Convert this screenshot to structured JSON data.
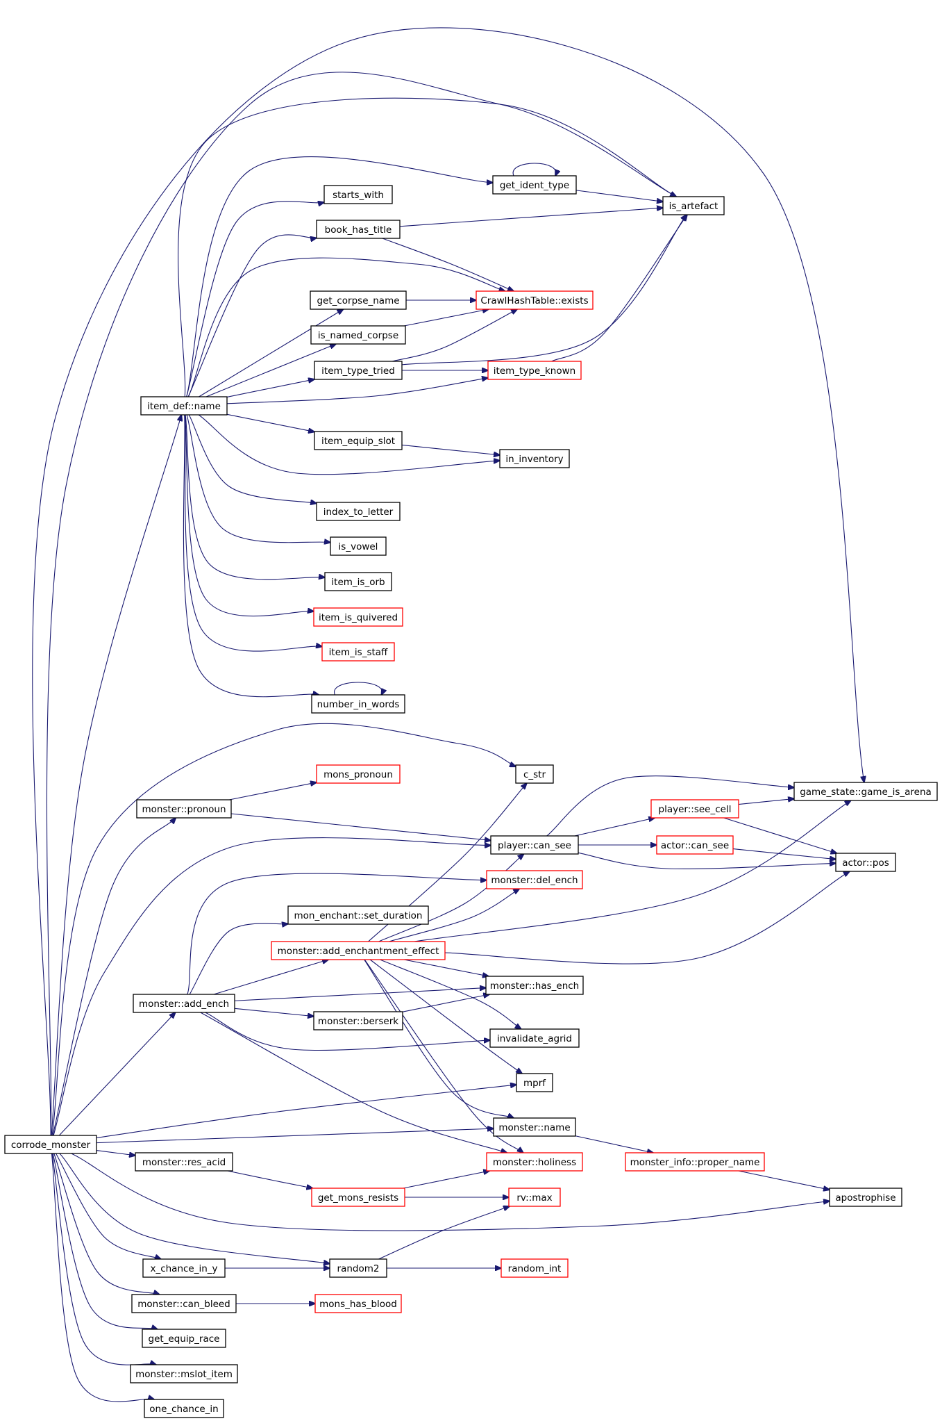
{
  "colors": {
    "edge": "#191970",
    "node_border_linked": "#000000",
    "node_border_truncated": "#ff0000",
    "node_fill": "#ffffff",
    "root_fill": "#bfbfbf"
  },
  "nodes": [
    {
      "id": "corrode_monster",
      "label": "corrode_monster",
      "truncated": false,
      "root": true
    },
    {
      "id": "item_def_name",
      "label": "item_def::name",
      "truncated": false
    },
    {
      "id": "starts_with",
      "label": "starts_with",
      "truncated": false
    },
    {
      "id": "book_has_title",
      "label": "book_has_title",
      "truncated": false
    },
    {
      "id": "get_corpse_name",
      "label": "get_corpse_name",
      "truncated": false
    },
    {
      "id": "is_named_corpse",
      "label": "is_named_corpse",
      "truncated": false
    },
    {
      "id": "item_type_tried",
      "label": "item_type_tried",
      "truncated": false
    },
    {
      "id": "item_equip_slot",
      "label": "item_equip_slot",
      "truncated": false
    },
    {
      "id": "index_to_letter",
      "label": "index_to_letter",
      "truncated": false
    },
    {
      "id": "is_vowel",
      "label": "is_vowel",
      "truncated": false
    },
    {
      "id": "item_is_orb",
      "label": "item_is_orb",
      "truncated": false
    },
    {
      "id": "item_is_quivered",
      "label": "item_is_quivered",
      "truncated": true
    },
    {
      "id": "item_is_staff",
      "label": "item_is_staff",
      "truncated": true
    },
    {
      "id": "number_in_words",
      "label": "number_in_words",
      "truncated": false
    },
    {
      "id": "get_ident_type",
      "label": "get_ident_type",
      "truncated": false
    },
    {
      "id": "is_artefact",
      "label": "is_artefact",
      "truncated": false
    },
    {
      "id": "crawlhashtable_exists",
      "label": "CrawlHashTable::exists",
      "truncated": true
    },
    {
      "id": "item_type_known",
      "label": "item_type_known",
      "truncated": true
    },
    {
      "id": "in_inventory",
      "label": "in_inventory",
      "truncated": false
    },
    {
      "id": "monster_pronoun",
      "label": "monster::pronoun",
      "truncated": false
    },
    {
      "id": "mons_pronoun",
      "label": "mons_pronoun",
      "truncated": true
    },
    {
      "id": "c_str",
      "label": "c_str",
      "truncated": false
    },
    {
      "id": "player_can_see",
      "label": "player::can_see",
      "truncated": false
    },
    {
      "id": "player_see_cell",
      "label": "player::see_cell",
      "truncated": true
    },
    {
      "id": "actor_can_see",
      "label": "actor::can_see",
      "truncated": true
    },
    {
      "id": "game_is_arena",
      "label": "game_state::game_is_arena",
      "truncated": false
    },
    {
      "id": "actor_pos",
      "label": "actor::pos",
      "truncated": false
    },
    {
      "id": "monster_del_ench",
      "label": "monster::del_ench",
      "truncated": true
    },
    {
      "id": "mon_enchant_set_duration",
      "label": "mon_enchant::set_duration",
      "truncated": false
    },
    {
      "id": "monster_add_enchantment_effect",
      "label": "monster::add_enchantment_effect",
      "truncated": true
    },
    {
      "id": "monster_add_ench",
      "label": "monster::add_ench",
      "truncated": false
    },
    {
      "id": "monster_has_ench",
      "label": "monster::has_ench",
      "truncated": false
    },
    {
      "id": "monster_berserk",
      "label": "monster::berserk",
      "truncated": false
    },
    {
      "id": "invalidate_agrid",
      "label": "invalidate_agrid",
      "truncated": false
    },
    {
      "id": "mprf",
      "label": "mprf",
      "truncated": false
    },
    {
      "id": "monster_name",
      "label": "monster::name",
      "truncated": false
    },
    {
      "id": "monster_holiness",
      "label": "monster::holiness",
      "truncated": true
    },
    {
      "id": "monster_info_proper_name",
      "label": "monster_info::proper_name",
      "truncated": true
    },
    {
      "id": "monster_res_acid",
      "label": "monster::res_acid",
      "truncated": false
    },
    {
      "id": "get_mons_resists",
      "label": "get_mons_resists",
      "truncated": true
    },
    {
      "id": "rv_max",
      "label": "rv::max",
      "truncated": true
    },
    {
      "id": "apostrophise",
      "label": "apostrophise",
      "truncated": false
    },
    {
      "id": "x_chance_in_y",
      "label": "x_chance_in_y",
      "truncated": false
    },
    {
      "id": "random2",
      "label": "random2",
      "truncated": false
    },
    {
      "id": "random_int",
      "label": "random_int",
      "truncated": true
    },
    {
      "id": "monster_can_bleed",
      "label": "monster::can_bleed",
      "truncated": false
    },
    {
      "id": "mons_has_blood",
      "label": "mons_has_blood",
      "truncated": true
    },
    {
      "id": "get_equip_race",
      "label": "get_equip_race",
      "truncated": false
    },
    {
      "id": "monster_mslot_item",
      "label": "monster::mslot_item",
      "truncated": false
    },
    {
      "id": "one_chance_in",
      "label": "one_chance_in",
      "truncated": false
    }
  ],
  "edges": [
    [
      "corrode_monster",
      "item_def_name"
    ],
    [
      "corrode_monster",
      "is_artefact"
    ],
    [
      "corrode_monster",
      "game_is_arena"
    ],
    [
      "corrode_monster",
      "monster_pronoun"
    ],
    [
      "corrode_monster",
      "c_str"
    ],
    [
      "corrode_monster",
      "player_can_see"
    ],
    [
      "corrode_monster",
      "monster_add_ench"
    ],
    [
      "corrode_monster",
      "mprf"
    ],
    [
      "corrode_monster",
      "monster_name"
    ],
    [
      "corrode_monster",
      "monster_res_acid"
    ],
    [
      "corrode_monster",
      "apostrophise"
    ],
    [
      "corrode_monster",
      "x_chance_in_y"
    ],
    [
      "corrode_monster",
      "random2"
    ],
    [
      "corrode_monster",
      "monster_can_bleed"
    ],
    [
      "corrode_monster",
      "get_equip_race"
    ],
    [
      "corrode_monster",
      "monster_mslot_item"
    ],
    [
      "corrode_monster",
      "one_chance_in"
    ],
    [
      "item_def_name",
      "starts_with"
    ],
    [
      "item_def_name",
      "book_has_title"
    ],
    [
      "item_def_name",
      "get_corpse_name"
    ],
    [
      "item_def_name",
      "is_named_corpse"
    ],
    [
      "item_def_name",
      "item_type_tried"
    ],
    [
      "item_def_name",
      "item_equip_slot"
    ],
    [
      "item_def_name",
      "index_to_letter"
    ],
    [
      "item_def_name",
      "is_vowel"
    ],
    [
      "item_def_name",
      "item_is_orb"
    ],
    [
      "item_def_name",
      "item_is_quivered"
    ],
    [
      "item_def_name",
      "item_is_staff"
    ],
    [
      "item_def_name",
      "number_in_words"
    ],
    [
      "item_def_name",
      "get_ident_type"
    ],
    [
      "item_def_name",
      "is_artefact"
    ],
    [
      "item_def_name",
      "crawlhashtable_exists"
    ],
    [
      "item_def_name",
      "item_type_known"
    ],
    [
      "item_def_name",
      "in_inventory"
    ],
    [
      "get_ident_type",
      "get_ident_type"
    ],
    [
      "get_ident_type",
      "is_artefact"
    ],
    [
      "book_has_title",
      "is_artefact"
    ],
    [
      "book_has_title",
      "crawlhashtable_exists"
    ],
    [
      "get_corpse_name",
      "crawlhashtable_exists"
    ],
    [
      "is_named_corpse",
      "crawlhashtable_exists"
    ],
    [
      "item_type_tried",
      "crawlhashtable_exists"
    ],
    [
      "item_type_tried",
      "item_type_known"
    ],
    [
      "item_type_tried",
      "is_artefact"
    ],
    [
      "item_type_known",
      "is_artefact"
    ],
    [
      "item_equip_slot",
      "in_inventory"
    ],
    [
      "number_in_words",
      "number_in_words"
    ],
    [
      "monster_pronoun",
      "mons_pronoun"
    ],
    [
      "monster_pronoun",
      "player_can_see"
    ],
    [
      "player_can_see",
      "player_see_cell"
    ],
    [
      "player_can_see",
      "actor_can_see"
    ],
    [
      "player_can_see",
      "game_is_arena"
    ],
    [
      "player_can_see",
      "actor_pos"
    ],
    [
      "player_see_cell",
      "game_is_arena"
    ],
    [
      "player_see_cell",
      "actor_pos"
    ],
    [
      "actor_can_see",
      "actor_pos"
    ],
    [
      "monster_add_ench",
      "monster_del_ench"
    ],
    [
      "monster_add_ench",
      "mon_enchant_set_duration"
    ],
    [
      "monster_add_ench",
      "monster_add_enchantment_effect"
    ],
    [
      "monster_add_ench",
      "monster_has_ench"
    ],
    [
      "monster_add_ench",
      "monster_berserk"
    ],
    [
      "monster_add_ench",
      "invalidate_agrid"
    ],
    [
      "monster_add_ench",
      "monster_holiness"
    ],
    [
      "monster_add_enchantment_effect",
      "c_str"
    ],
    [
      "monster_add_enchantment_effect",
      "player_can_see"
    ],
    [
      "monster_add_enchantment_effect",
      "monster_del_ench"
    ],
    [
      "monster_add_enchantment_effect",
      "game_is_arena"
    ],
    [
      "monster_add_enchantment_effect",
      "actor_pos"
    ],
    [
      "monster_add_enchantment_effect",
      "monster_has_ench"
    ],
    [
      "monster_add_enchantment_effect",
      "invalidate_agrid"
    ],
    [
      "monster_add_enchantment_effect",
      "mprf"
    ],
    [
      "monster_add_enchantment_effect",
      "monster_name"
    ],
    [
      "monster_add_enchantment_effect",
      "monster_holiness"
    ],
    [
      "monster_berserk",
      "monster_has_ench"
    ],
    [
      "monster_name",
      "monster_info_proper_name"
    ],
    [
      "monster_info_proper_name",
      "apostrophise"
    ],
    [
      "monster_res_acid",
      "get_mons_resists"
    ],
    [
      "get_mons_resists",
      "monster_holiness"
    ],
    [
      "get_mons_resists",
      "rv_max"
    ],
    [
      "x_chance_in_y",
      "random2"
    ],
    [
      "random2",
      "rv_max"
    ],
    [
      "random2",
      "random_int"
    ],
    [
      "monster_can_bleed",
      "mons_has_blood"
    ]
  ]
}
